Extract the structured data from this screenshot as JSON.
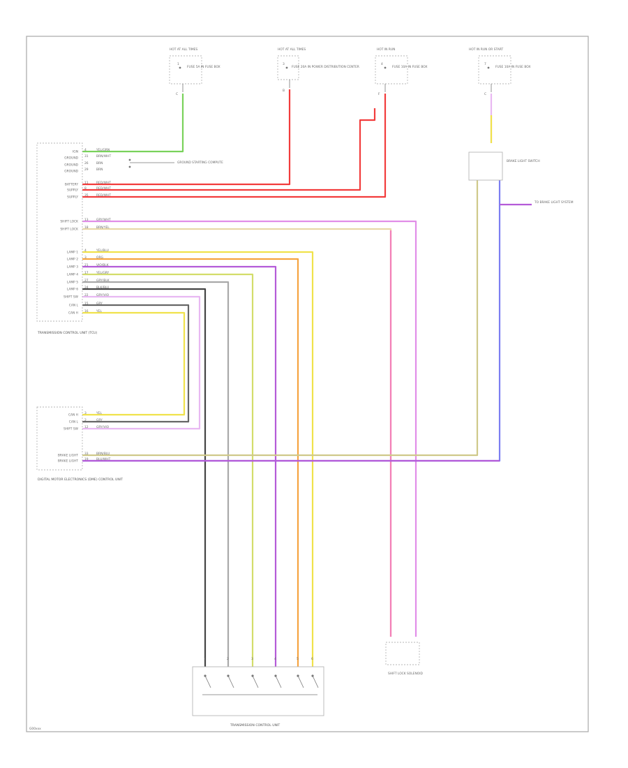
{
  "fuses": [
    {
      "header": "HOT AT ALL TIMES",
      "num": "1",
      "text": "FUSE 5A IN FUSE BOX",
      "pin": "C"
    },
    {
      "header": "HOT AT ALL TIMES",
      "num": "3",
      "text": "FUSE 20A IN POWER DISTRIBUTION CENTER",
      "pin": "B"
    },
    {
      "header": "HOT IN RUN",
      "num": "4",
      "text": "FUSE 10A IN FUSE BOX",
      "pin": "F"
    },
    {
      "header": "HOT IN RUN OR START",
      "num": "7",
      "text": "FUSE 10A IN FUSE BOX",
      "pin": "C"
    }
  ],
  "tcm": {
    "label": "TRANSMISSION CONTROL UNIT (TCU)",
    "pins": [
      {
        "name": "IGN",
        "num": "4",
        "color": "YEL/GRN"
      },
      {
        "name": "GROUND",
        "num": "31",
        "color": "BRN/WHT"
      },
      {
        "name": "GROUND",
        "num": "26",
        "color": "BRN"
      },
      {
        "name": "GROUND",
        "num": "29",
        "color": "BRN"
      },
      {
        "name": "BATTERY",
        "num": "11",
        "color": "RED/WHT"
      },
      {
        "name": "SUPPLY",
        "num": "8",
        "color": "RED/WHT"
      },
      {
        "name": "SUPPLY",
        "num": "35",
        "color": "RED/WHT"
      },
      {
        "name": "SHIFT LOCK",
        "num": "13",
        "color": "GRY/WHT"
      },
      {
        "name": "SHIFT LOCK",
        "num": "18",
        "color": "BRN/YEL"
      },
      {
        "name": "LAMP 1",
        "num": "4",
        "color": "YEL/BLU"
      },
      {
        "name": "LAMP 2",
        "num": "3",
        "color": "ORG"
      },
      {
        "name": "LAMP 3",
        "num": "21",
        "color": "VIO/BLK"
      },
      {
        "name": "LAMP 4",
        "num": "17",
        "color": "YEL/GRY"
      },
      {
        "name": "LAMP 5",
        "num": "27",
        "color": "GRY/BLK"
      },
      {
        "name": "LAMP 6",
        "num": "24",
        "color": "BLK/BLU"
      },
      {
        "name": "SHIFT SW",
        "num": "22",
        "color": "GRY/VIO"
      },
      {
        "name": "CAN L",
        "num": "15",
        "color": "GRY"
      },
      {
        "name": "CAN H",
        "num": "16",
        "color": "YEL"
      }
    ],
    "ground_label": "GROUND STARTING COMPUTE"
  },
  "dme": {
    "label": "DIGITAL MOTOR ELECTRONICS (DME) CONTROL UNIT",
    "pins": [
      {
        "name": "CAN H",
        "num": "3",
        "color": "YEL"
      },
      {
        "name": "CAN L",
        "num": "2",
        "color": "GRY"
      },
      {
        "name": "SHIFT SW",
        "num": "12",
        "color": "GRY/VIO"
      },
      {
        "name": "BRAKE LIGHT",
        "num": "33",
        "color": "BRN/BLU"
      },
      {
        "name": "BRAKE LIGHT",
        "num": "19",
        "color": "BLU/WHT"
      }
    ]
  },
  "brake_switch": {
    "label": "BRAKE LIGHT SWITCH",
    "note": "TO BRAKE LIGHT SYSTEM"
  },
  "shift_lock": {
    "label": "SHIFT LOCK SOLENOID"
  },
  "selector": {
    "label": "TRANSMISSION CONTROL UNIT",
    "pins": [
      "1",
      "2",
      "3",
      "4",
      "5",
      "6"
    ]
  },
  "wire_colors": {
    "green": "#79d25b",
    "red": "#f23c3c",
    "pink": "#f37fb8",
    "magenta": "#e18ee8",
    "tan": "#e8d8a8",
    "yellow": "#f0e24b",
    "orange": "#f6a440",
    "violet": "#b45bd8",
    "ylwgrn": "#d3dd6a",
    "gray": "#a9a9a9",
    "black": "#333333",
    "blue": "#7b7ef2",
    "lavender": "#e8b8f2",
    "olive": "#cfc98a"
  },
  "corner_label": "G00xxx"
}
